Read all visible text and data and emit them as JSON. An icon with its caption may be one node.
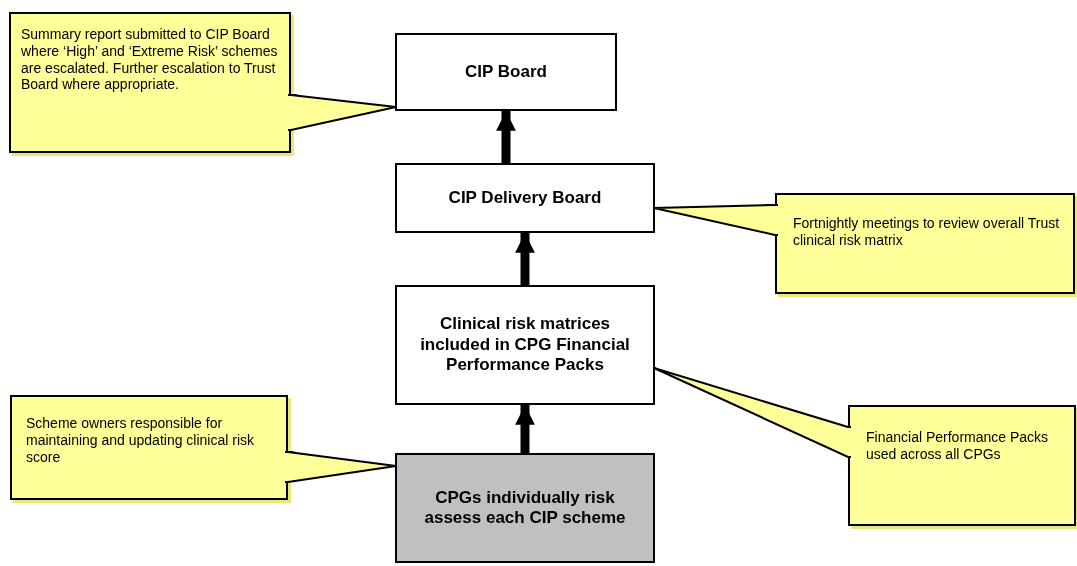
{
  "diagram": {
    "nodes": [
      {
        "text": [
          "CIP Board"
        ]
      },
      {
        "text": [
          "CIP Delivery Board"
        ]
      },
      {
        "text": [
          "Clinical risk matrices included in CPG Financial Performance Packs"
        ]
      },
      {
        "text": [
          "CPGs individually risk assess each CIP scheme"
        ]
      },
      {
        "text": [
          "Summary report submitted to CIP Board where ‘High’ and ‘Extreme Risk’ schemes are escalated. Further escalation to Trust Board where appropriate."
        ]
      },
      {
        "text": [
          "Fortnightly meetings to review overall Trust clinical risk matrix"
        ]
      },
      {
        "text": [
          "Scheme owners responsible for maintaining and updating clinical risk score"
        ]
      },
      {
        "text": [
          "Financial Performance Packs used across all CPGs"
        ]
      }
    ],
    "edges": [
      {
        "from": 3,
        "to": 2,
        "arrow": "to",
        "style": "thick"
      },
      {
        "from": 2,
        "to": 1,
        "arrow": "to",
        "style": "thick"
      },
      {
        "from": 1,
        "to": 0,
        "arrow": "to",
        "style": "thick"
      },
      {
        "from": 4,
        "to": 0,
        "arrow": "none"
      },
      {
        "from": 5,
        "to": 1,
        "arrow": "none"
      },
      {
        "from": 6,
        "to": 3,
        "arrow": "none"
      },
      {
        "from": 7,
        "to": 2,
        "arrow": "none"
      }
    ]
  }
}
